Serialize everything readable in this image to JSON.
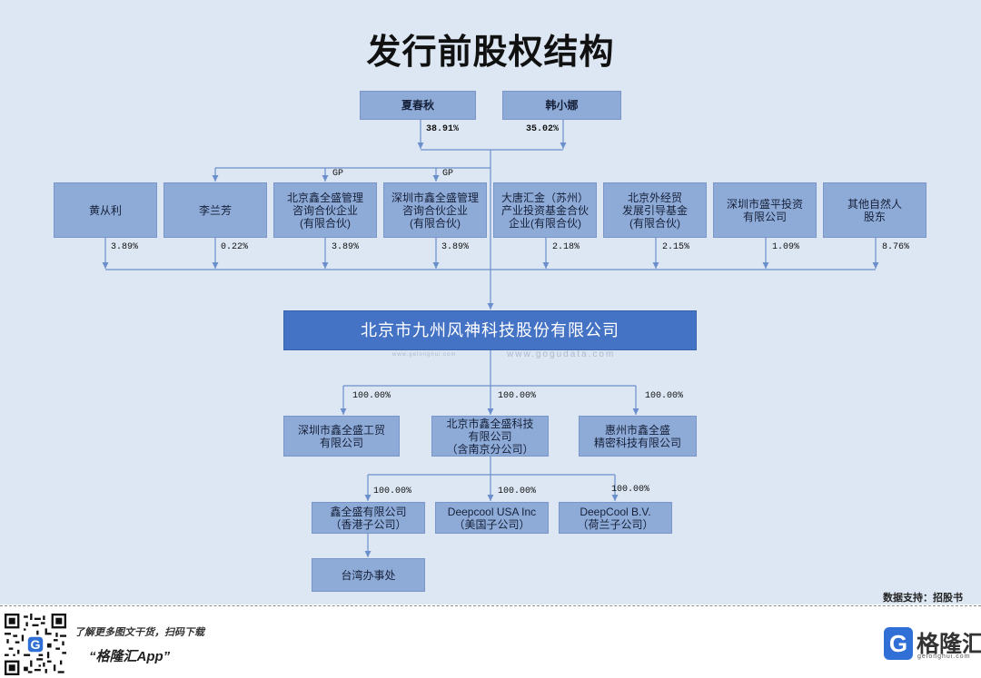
{
  "title": "发行前股权结构",
  "top_shareholders": [
    {
      "name": "夏春秋",
      "pct": "38.91%"
    },
    {
      "name": "韩小娜",
      "pct": "35.02%"
    }
  ],
  "gp_label": "GP",
  "shareholders": [
    {
      "name": "黄从利",
      "pct": "3.89%"
    },
    {
      "name": "李兰芳",
      "pct": "0.22%"
    },
    {
      "name": "北京鑫全盛管理\n咨询合伙企业\n(有限合伙)",
      "pct": "3.89%"
    },
    {
      "name": "深圳市鑫全盛管理\n咨询合伙企业\n(有限合伙)",
      "pct": "3.89%"
    },
    {
      "name": "大唐汇金（苏州）\n产业投资基金合伙\n企业(有限合伙)",
      "pct": "2.18%"
    },
    {
      "name": "北京外经贸\n发展引导基金\n(有限合伙)",
      "pct": "2.15%"
    },
    {
      "name": "深圳市盛平投资\n有限公司",
      "pct": "1.09%"
    },
    {
      "name": "其他自然人\n股东",
      "pct": "8.76%"
    }
  ],
  "company": {
    "name": "北京市九州风神科技股份有限公司"
  },
  "watermarks": {
    "left": "www.gelonghui.com",
    "right": "www.gogudata.com"
  },
  "subsidiaries": [
    {
      "name": "深圳市鑫全盛工贸\n有限公司",
      "pct": "100.00%"
    },
    {
      "name": "北京市鑫全盛科技\n有限公司\n（含南京分公司）",
      "pct": "100.00%"
    },
    {
      "name": "惠州市鑫全盛\n精密科技有限公司",
      "pct": "100.00%"
    }
  ],
  "sub_subsidiaries": [
    {
      "name": "鑫全盛有限公司\n（香港子公司）",
      "pct": "100.00%"
    },
    {
      "name": "Deepcool USA Inc\n（美国子公司）",
      "pct": "100.00%"
    },
    {
      "name": "DeepCool B.V.\n（荷兰子公司）",
      "pct": "100.00%"
    }
  ],
  "branch": {
    "name": "台湾办事处"
  },
  "source": "数据支持：招股书",
  "footer": {
    "promo": "了解更多图文干货，扫码下载",
    "app": "“格隆汇App”",
    "logo_mark": "G",
    "logo_text": "格隆汇",
    "logo_domain": "gelonghui.com",
    "qr_icon": "qr-code-icon"
  },
  "colors": {
    "background": "#dce7f3",
    "box": "#8eaad6",
    "main_box": "#4472c4",
    "connector": "#6b8fcc",
    "brand": "#2f6fd6"
  }
}
